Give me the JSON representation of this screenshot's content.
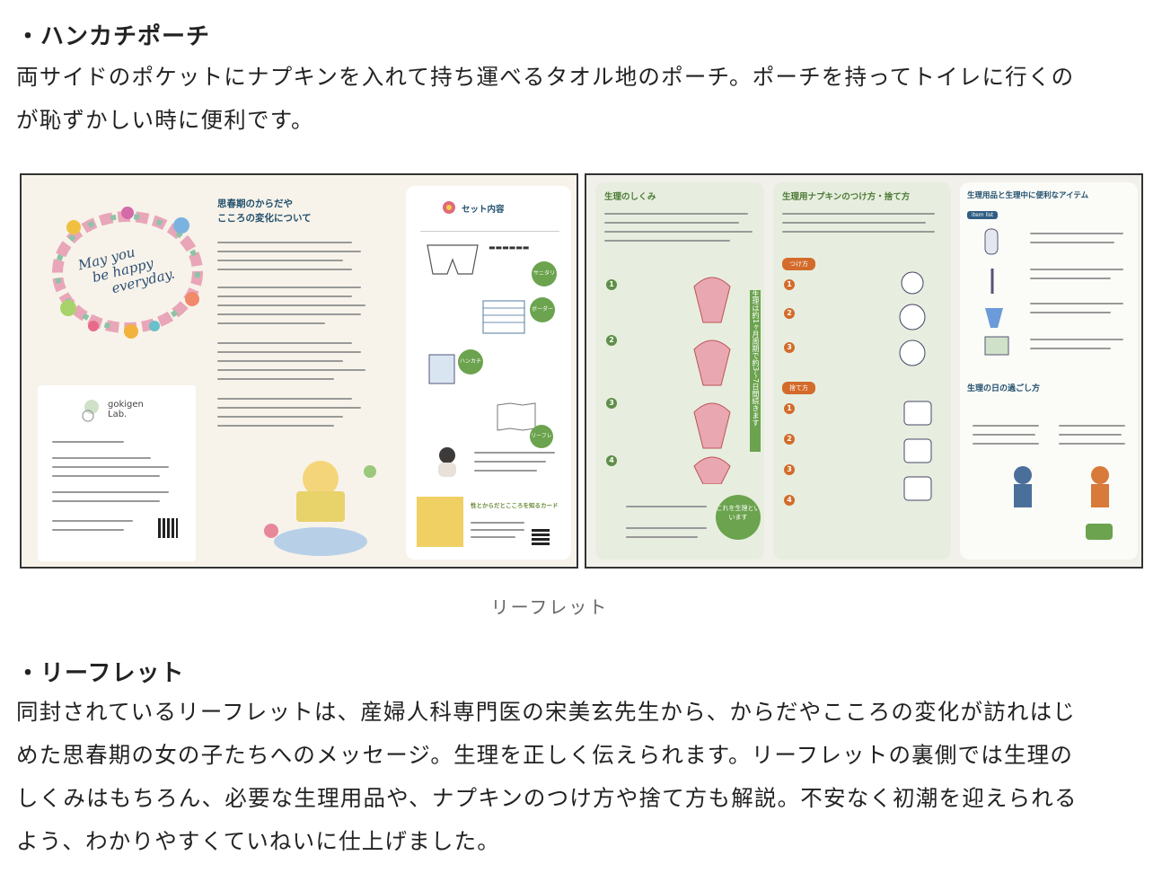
{
  "section1": {
    "heading": "・ハンカチポーチ",
    "lines": [
      "両サイドのポケットにナプキンを入れて持ち運べるタオル地のポーチ。ポーチを持ってトイレに行くの",
      "が恥ずかしい時に便利です。"
    ]
  },
  "figure": {
    "caption": "リーフレット",
    "leaflet_front": {
      "handwriting": [
        "May you",
        "be happy",
        "everyday."
      ],
      "title_line1": "思春期のからだや",
      "title_line2": "こころの変化について",
      "logo": "gokigen Lab.",
      "card_title": "セット内容",
      "card_labels": [
        "サニタリーショーツ",
        "ボーダーパンツ",
        "ハンカチポーチ",
        "リーフレット"
      ],
      "bottom_title": "性とからだとこころを知るカード"
    },
    "leaflet_back": {
      "col1_title": "生理のしくみ",
      "col2_title": "生理用ナプキンのつけ方・捨て方",
      "col2_sub1": "つけ方",
      "col2_sub2": "捨て方",
      "col3_title": "生理用品と生理中に便利なアイテム",
      "col3_title2": "生理の日の過ごし方",
      "col3_tag": "item list",
      "bubble": "これを生理といいます",
      "side_text": "生理は約1ヶ月周期で約3〜7日間続きます"
    }
  },
  "section2": {
    "heading": "・リーフレット",
    "lines": [
      "同封されているリーフレットは、産婦人科専門医の宋美玄先生から、からだやこころの変化が訪れはじ",
      "めた思春期の女の子たちへのメッセージ。生理を正しく伝えられます。リーフレットの裏側では生理の",
      "しくみはもちろん、必要な生理用品や、ナプキンのつけ方や捨て方も解説。不安なく初潮を迎えられる",
      "よう、わかりやすくていねいに仕上げました。"
    ]
  },
  "colors": {
    "leaflet_green": "#5f8e49",
    "leaflet_orange": "#d36b2a",
    "leaflet_navy": "#1f4e6b"
  }
}
